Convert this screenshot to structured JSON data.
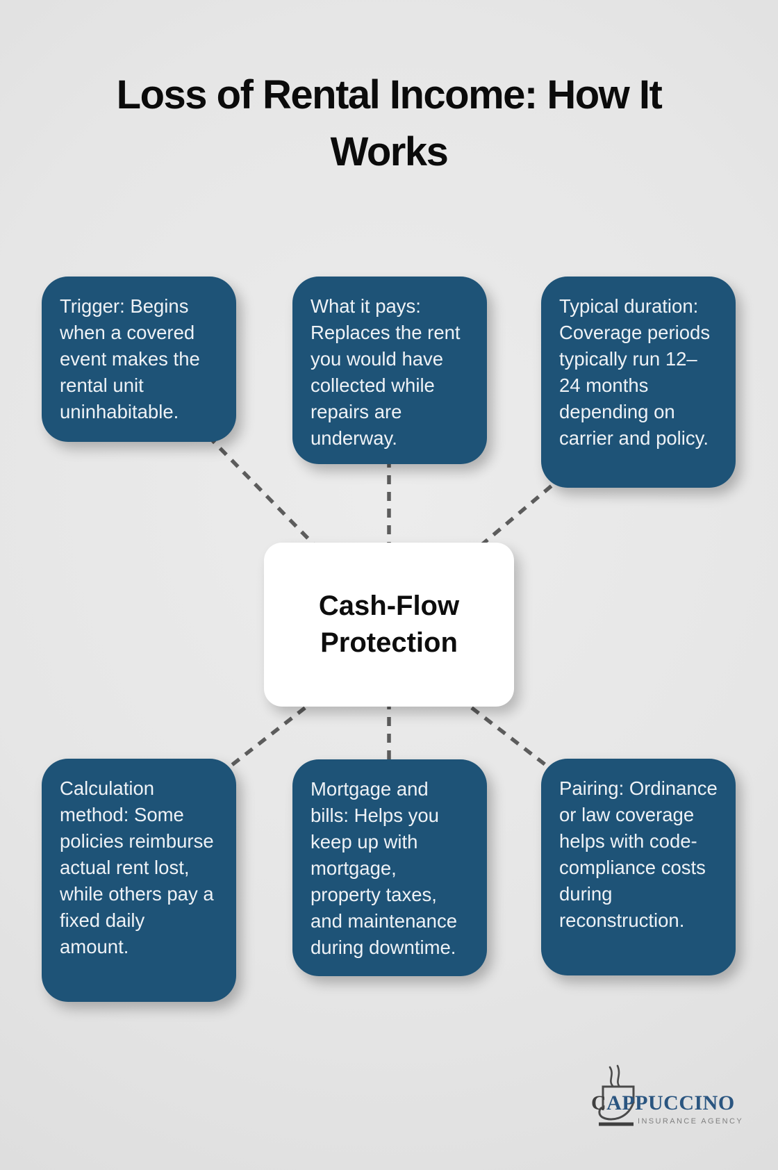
{
  "title": "Loss of Rental Income: How It Works",
  "center": {
    "label": "Cash-Flow Protection"
  },
  "cards": [
    {
      "id": "trigger",
      "text": "Trigger: Begins when a covered event makes the rental unit uninhabitable."
    },
    {
      "id": "what-it-pays",
      "text": "What it pays: Replaces the rent you would have collected while repairs are underway."
    },
    {
      "id": "typical-duration",
      "text": "Typical duration: Coverage periods typically run 12–24 months depending on carrier and policy."
    },
    {
      "id": "calculation-method",
      "text": "Calculation method: Some policies reimburse actual rent lost, while others pay a fixed daily amount."
    },
    {
      "id": "mortgage-and-bills",
      "text": "Mortgage and bills: Helps you keep up with mortgage, property taxes, and maintenance during downtime."
    },
    {
      "id": "pairing",
      "text": "Pairing: Ordinance or law coverage helps with code-compliance costs during reconstruction."
    }
  ],
  "logo": {
    "brand_c": "C",
    "brand_rest": "APPUCCINO",
    "tagline": "INSURANCE AGENCY"
  },
  "colors": {
    "card_bg": "#1e5377",
    "card_text": "#eef2f6",
    "center_bg": "#ffffff",
    "center_text": "#0d0d0d",
    "dash": "#5c5c5c",
    "logo_gray": "#3f3f3f",
    "logo_blue": "#2a5580",
    "tagline_gray": "#7f7f7f"
  }
}
